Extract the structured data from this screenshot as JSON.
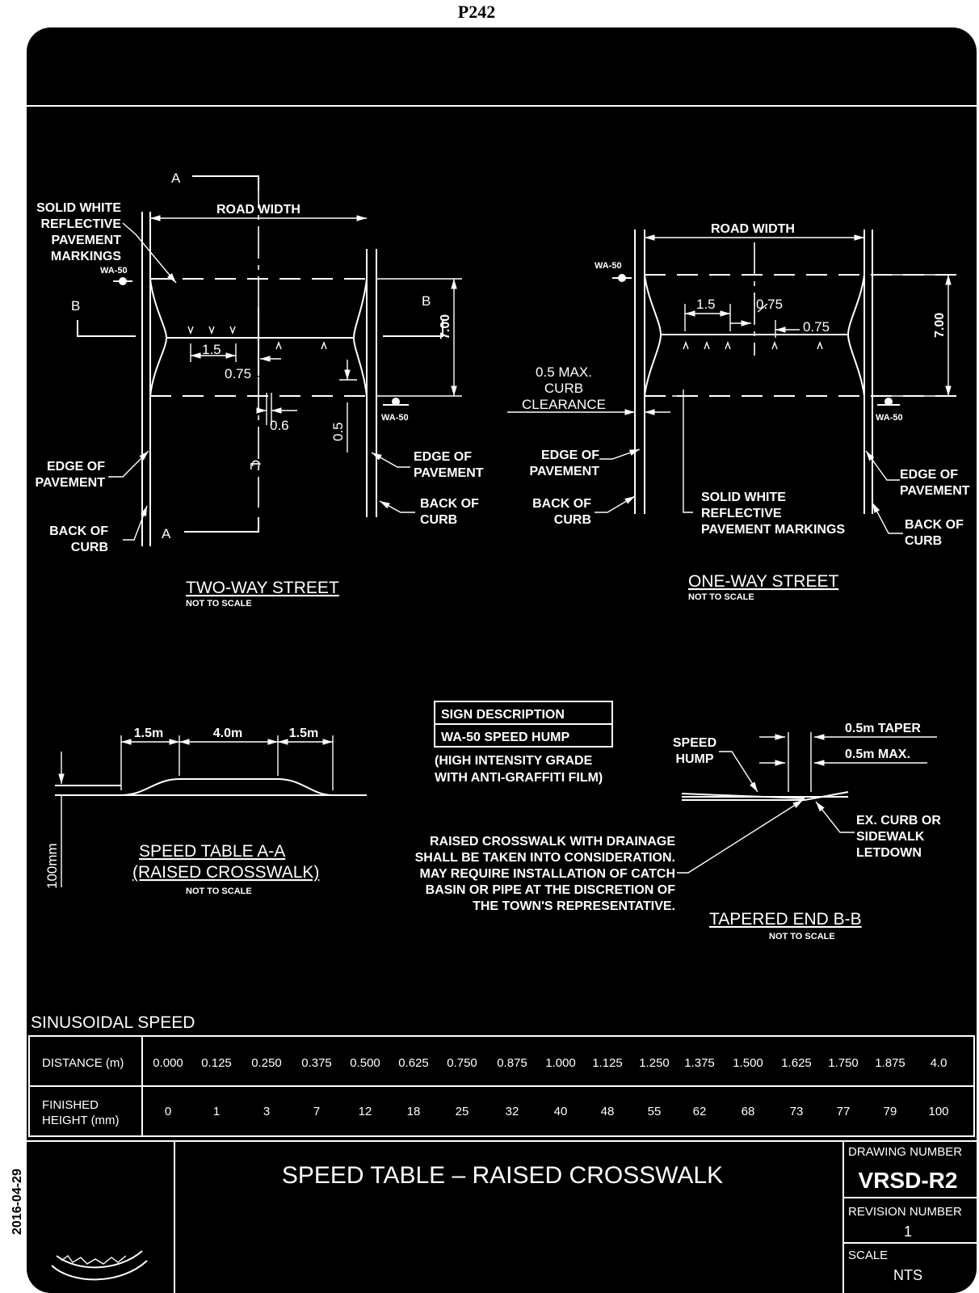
{
  "page_header": "P242",
  "date_stamp": "2016-04-29",
  "colors": {
    "background": "#000000",
    "ink": "#ffffff",
    "page": "#ffffff"
  },
  "two_way": {
    "title": "TWO-WAY STREET",
    "subtitle": "NOT TO SCALE",
    "road_width": "ROAD WIDTH",
    "marking_lines": [
      "SOLID WHITE",
      "REFLECTIVE",
      "PAVEMENT",
      "MARKINGS"
    ],
    "sign_top": "WA-50",
    "sign_bottom": "WA-50",
    "section_a_top": "A",
    "section_a_bottom": "A",
    "section_b_left": "B",
    "section_b_right": "B",
    "dim_length": "7.00",
    "dim_1_5": "1.5",
    "dim_0_75": "0.75",
    "dim_0_6": "0.6",
    "dim_0_5": "0.5",
    "edge_left": [
      "EDGE OF",
      "PAVEMENT"
    ],
    "back_left": [
      "BACK OF",
      "CURB"
    ],
    "edge_right": [
      "EDGE OF",
      "PAVEMENT"
    ],
    "back_right": [
      "BACK OF",
      "CURB"
    ]
  },
  "one_way": {
    "title": "ONE-WAY STREET",
    "subtitle": "NOT TO SCALE",
    "road_width": "ROAD WIDTH",
    "sign_top": "WA-50",
    "sign_bottom": "WA-50",
    "dim_1_5": "1.5",
    "dim_0_75a": "0.75",
    "dim_0_75b": "0.75",
    "dim_length": "7.00",
    "clearance": [
      "0.5 MAX.",
      "CURB",
      "CLEARANCE"
    ],
    "edge_left": [
      "EDGE OF",
      "PAVEMENT"
    ],
    "back_left": [
      "BACK OF",
      "CURB"
    ],
    "marking_lines": [
      "SOLID WHITE",
      "REFLECTIVE",
      "PAVEMENT MARKINGS"
    ],
    "edge_right": [
      "EDGE OF",
      "PAVEMENT"
    ],
    "back_right": [
      "BACK OF",
      "CURB"
    ]
  },
  "speed_table": {
    "dims": [
      "1.5m",
      "4.0m",
      "1.5m"
    ],
    "height": "100mm",
    "title1": "SPEED TABLE  A-A",
    "title2": "(RAISED CROSSWALK)",
    "subtitle": "NOT TO SCALE"
  },
  "sign": {
    "header": "SIGN DESCRIPTION",
    "row": "WA-50   SPEED HUMP",
    "note1": "(HIGH INTENSITY GRADE",
    "note2": "WITH ANTI-GRAFFITI FILM)"
  },
  "drainage_note": [
    "RAISED CROSSWALK WITH DRAINAGE",
    "SHALL BE TAKEN INTO CONSIDERATION.",
    "MAY REQUIRE INSTALLATION OF CATCH",
    "BASIN OR PIPE AT THE DISCRETION OF",
    "THE TOWN'S REPRESENTATIVE."
  ],
  "tapered": {
    "speed_hump": [
      "SPEED",
      "HUMP"
    ],
    "taper": "0.5m TAPER",
    "max": "0.5m MAX.",
    "curb": [
      "EX. CURB OR",
      "SIDEWALK",
      "LETDOWN"
    ],
    "title": "TAPERED END B-B",
    "subtitle": "NOT TO SCALE"
  },
  "table": {
    "title": "SINUSOIDAL SPEED",
    "row1_label": "DISTANCE (m)",
    "row2_label": [
      "FINISHED",
      "HEIGHT (mm)"
    ],
    "distances": [
      "0.000",
      "0.125",
      "0.250",
      "0.375",
      "0.500",
      "0.625",
      "0.750",
      "0.875",
      "1.000",
      "1.125",
      "1.250",
      "1.375",
      "1.500",
      "1.625",
      "1.750",
      "1.875",
      "4.0"
    ],
    "heights": [
      "0",
      "1",
      "3",
      "7",
      "12",
      "18",
      "25",
      "32",
      "40",
      "48",
      "55",
      "62",
      "68",
      "73",
      "77",
      "79",
      "100"
    ]
  },
  "title_block": {
    "drawing_title": "SPEED TABLE – RAISED CROSSWALK",
    "drawing_number_label": "DRAWING NUMBER",
    "drawing_number": "VRSD-R2",
    "revision_label": "REVISION NUMBER",
    "revision": "1",
    "scale_label": "SCALE",
    "scale": "NTS"
  }
}
